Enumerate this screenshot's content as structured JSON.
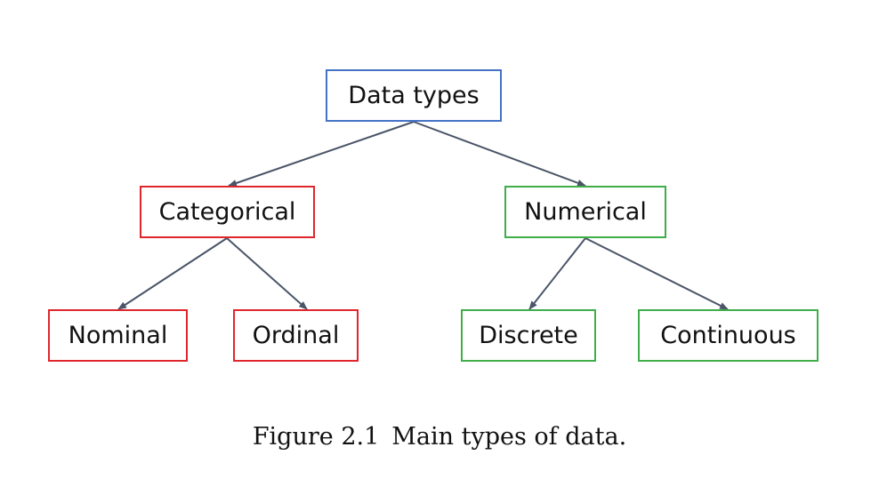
{
  "colors": {
    "root_border": "#4472c4",
    "categorical_border": "#e0262d",
    "numerical_border": "#3fae49",
    "edge": "#4a5568"
  },
  "nodes": {
    "root": {
      "label": "Data types"
    },
    "categorical": {
      "label": "Categorical"
    },
    "numerical": {
      "label": "Numerical"
    },
    "nominal": {
      "label": "Nominal"
    },
    "ordinal": {
      "label": "Ordinal"
    },
    "discrete": {
      "label": "Discrete"
    },
    "continuous": {
      "label": "Continuous"
    }
  },
  "caption": {
    "number": "Figure 2.1",
    "text": "Main types of data."
  }
}
